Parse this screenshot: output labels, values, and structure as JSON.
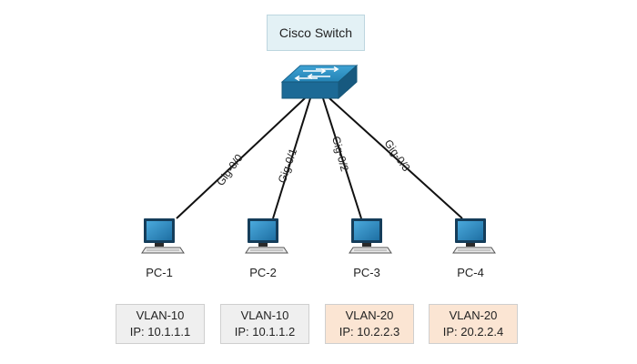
{
  "title": "Cisco Switch",
  "colors": {
    "switch_top": "#2b8dbf",
    "switch_front": "#1c6a96",
    "link": "#111111",
    "vlan10_bg": "#efefef",
    "vlan20_bg": "#fbe5d3",
    "title_bg": "#e3f1f5"
  },
  "switch": {
    "icon": "network-switch-icon"
  },
  "links": [
    {
      "port": "Gig-0/0",
      "to": "PC-1"
    },
    {
      "port": "Gig-0/1",
      "to": "PC-2"
    },
    {
      "port": "Gig-0/2",
      "to": "PC-3"
    },
    {
      "port": "Gig-0/3",
      "to": "PC-4"
    }
  ],
  "pcs": [
    {
      "name": "PC-1",
      "icon": "computer-icon",
      "vlan": "VLAN-10",
      "ip": "IP: 10.1.1.1"
    },
    {
      "name": "PC-2",
      "icon": "computer-icon",
      "vlan": "VLAN-10",
      "ip": "IP: 10.1.1.2"
    },
    {
      "name": "PC-3",
      "icon": "computer-icon",
      "vlan": "VLAN-20",
      "ip": "IP: 10.2.2.3"
    },
    {
      "name": "PC-4",
      "icon": "computer-icon",
      "vlan": "VLAN-20",
      "ip": "IP: 20.2.2.4"
    }
  ]
}
